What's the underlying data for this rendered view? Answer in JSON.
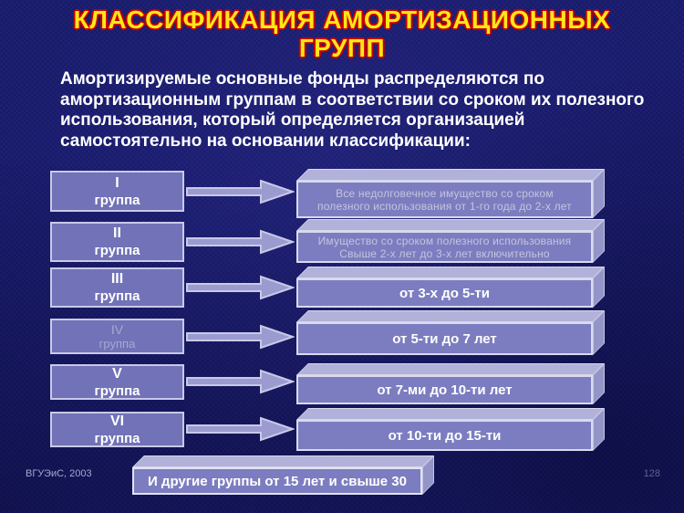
{
  "slide": {
    "title_line1": "КЛАССИФИКАЦИЯ АМОРТИЗАЦИОННЫХ",
    "title_line2": "ГРУПП",
    "intro": "Амортизируемые основные фонды распределяются по амортизационным группам в соответствии со сроком их полезного использования, который определяется организацией самостоятельно на основании классификации:",
    "bottom_note": "И другие группы от 15 лет и свыше 30",
    "footer_left": "ВГУЭиС, 2003",
    "page_number": "128"
  },
  "groups": [
    {
      "numeral": "I",
      "label": "группа",
      "desc": [
        "Все недолговечное имущество со сроком",
        "полезного использования от 1-го года до 2-х лет"
      ]
    },
    {
      "numeral": "II",
      "label": "группа",
      "desc": [
        "Имущество со сроком полезного использования",
        "Свыше 2-х лет до 3-х лет включительно"
      ]
    },
    {
      "numeral": "III",
      "label": "группа",
      "duration": "от 3-х до 5-ти"
    },
    {
      "numeral": "IV",
      "label": "группа",
      "duration": "от 5-ти до 7 лет"
    },
    {
      "numeral": "V",
      "label": "группа",
      "duration": "от 7-ми до 10-ти лет"
    },
    {
      "numeral": "VI",
      "label": "группа",
      "duration": "от 10-ти до 15-ти"
    }
  ],
  "colors": {
    "background": "#181a6e",
    "title_text": "#ffe61a",
    "title_outline": "#c40000",
    "body_text": "#ffffff",
    "box_fill": "#7172b7",
    "box_border": "#c9c9e8",
    "box3d_front": "#7c7dc0",
    "box3d_top": "#b1b1d9",
    "box3d_side": "#9395c8",
    "arrow_fill": "#9b9bd0",
    "muted_text": "#c4c4de"
  }
}
